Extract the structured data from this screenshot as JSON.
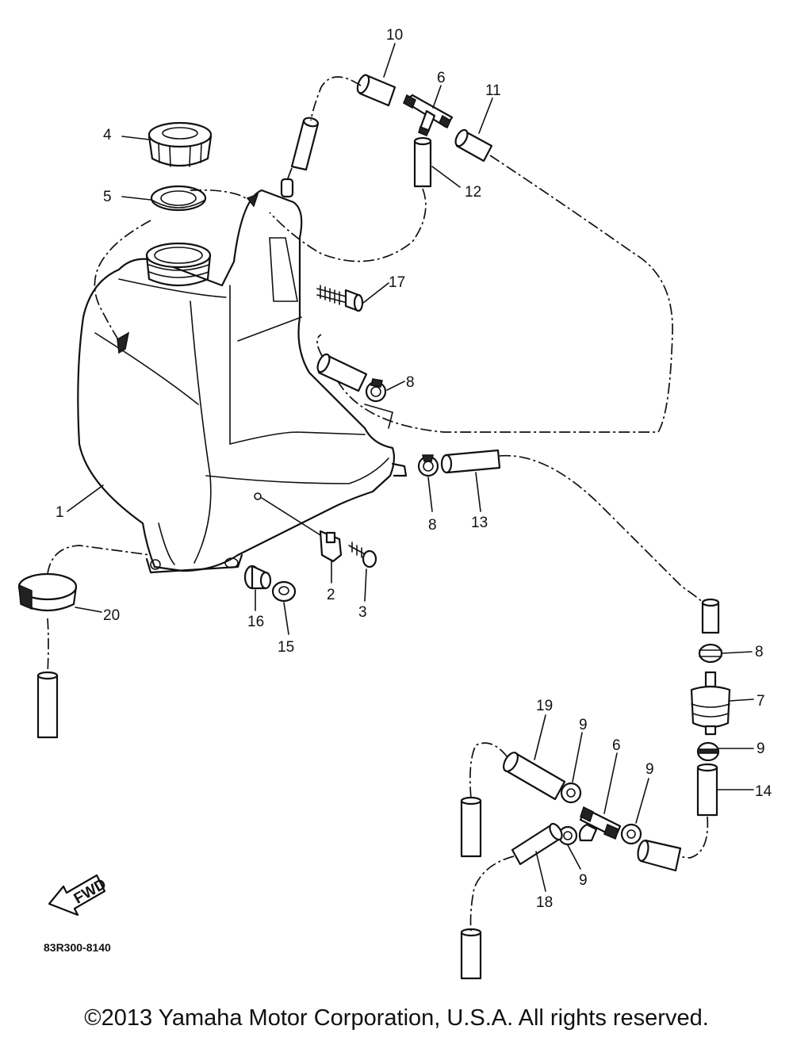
{
  "callouts": {
    "n1": "1",
    "n2": "2",
    "n3": "3",
    "n4": "4",
    "n5": "5",
    "n6a": "6",
    "n6b": "6",
    "n7": "7",
    "n8a": "8",
    "n8b": "8",
    "n8c": "8",
    "n9a": "9",
    "n9b": "9",
    "n9c": "9",
    "n9d": "9",
    "n10": "10",
    "n11": "11",
    "n12": "12",
    "n13": "13",
    "n14": "14",
    "n15": "15",
    "n16": "16",
    "n17": "17",
    "n18": "18",
    "n19": "19",
    "n20": "20"
  },
  "arrow": {
    "label": "FWD"
  },
  "diagram_code": "83R300-8140",
  "copyright": "©2013 Yamaha Motor Corporation, U.S.A. All rights reserved."
}
